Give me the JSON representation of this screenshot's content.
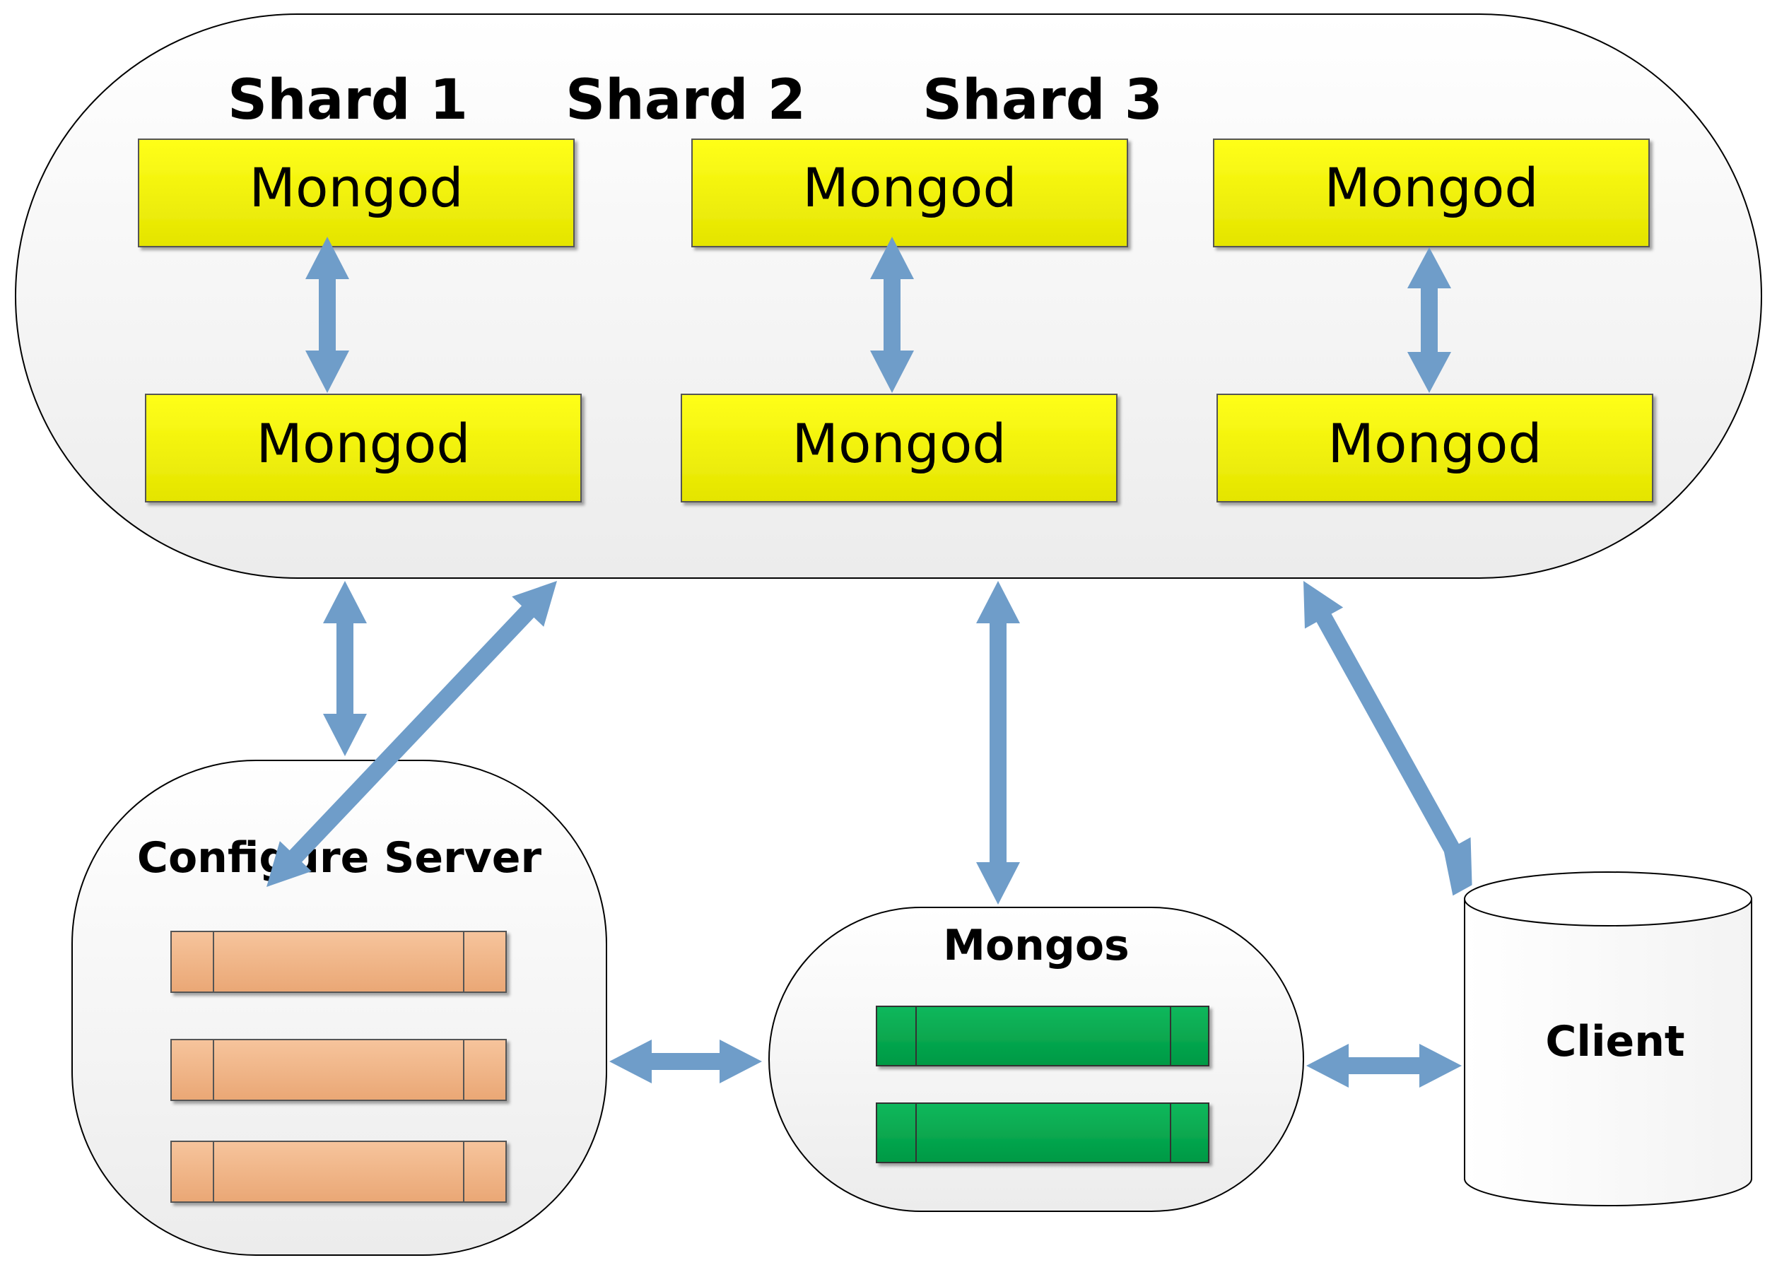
{
  "shards": {
    "labels": [
      "Shard 1",
      "Shard 2",
      "Shard 3"
    ],
    "node_label": "Mongod"
  },
  "config_server": {
    "title": "Configure Server"
  },
  "mongos": {
    "title": "Mongos"
  },
  "client": {
    "label": "Client"
  },
  "colors": {
    "mongod_fill": "#f0f000",
    "config_bar": "#f0b482",
    "mongos_bar": "#00a84f",
    "arrow": "#6f9dc9",
    "container_fill": "#f2f2f2"
  }
}
